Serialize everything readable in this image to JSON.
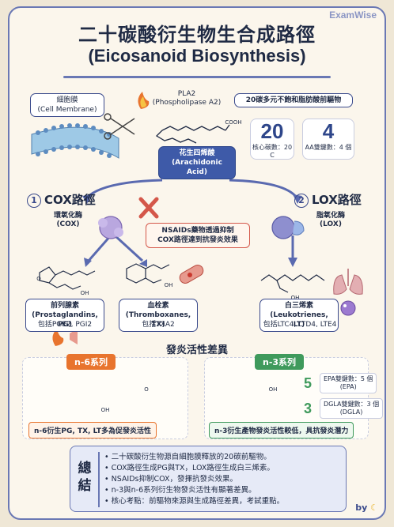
{
  "brand": "ExamWise",
  "title": {
    "zh": "二十碳酸衍生物生合成路徑",
    "en": "(Eicosanoid Biosynthesis)"
  },
  "membrane": {
    "zh": "細胞膜",
    "en": "(Cell Membrane)"
  },
  "pla2": {
    "name": "PLA2",
    "full": "(Phospholipase A2)"
  },
  "precursor_note": "20碳多元不飽和脂肪酸前驅物",
  "stats": [
    {
      "value": "20",
      "caption": "核心碳數：20 C"
    },
    {
      "value": "4",
      "caption": "AA雙鍵數：4 個"
    }
  ],
  "cooh": "COOH",
  "aa": {
    "zh": "花生四烯酸",
    "en": "(Arachidonic Acid)"
  },
  "cox_route": {
    "num": "1",
    "title": "COX路徑",
    "enzyme_zh": "環氧化酶",
    "enzyme_en": "(COX)"
  },
  "lox_route": {
    "num": "2",
    "title": "LOX路徑",
    "enzyme_zh": "脂氧化酶",
    "enzyme_en": "(LOX)"
  },
  "nsaid_note": {
    "line1": "NSAIDs藥物透過抑制",
    "line2": "COX路徑達到抗發炎效果"
  },
  "products": {
    "pg": {
      "zh": "前列腺素",
      "en": "(Prostaglandins, PG)",
      "note": "包括PGE2, PGI2"
    },
    "tx": {
      "zh": "血栓素",
      "en": "(Thromboxanes, TX)",
      "note": "包括TXA2"
    },
    "lt": {
      "zh": "白三烯素",
      "en": "(Leukotrienes, LT)",
      "note": "包括LTC4, LTD4, LTE4"
    }
  },
  "struct_labels": {
    "oh": "OH",
    "o": "O"
  },
  "section_title": "發炎活性差異",
  "n6": {
    "tag": "n-6系列",
    "note": "n-6衍生PG, TX, LT多為促發炎活性"
  },
  "n3": {
    "tag": "n-3系列",
    "note": "n-3衍生產物發炎活性較低，具抗發炎潛力",
    "epa": {
      "num": "5",
      "line1": "EPA雙鍵數：5 個",
      "line2": "(EPA)"
    },
    "dgla": {
      "num": "3",
      "line1": "DGLA雙鍵數：3 個",
      "line2": "(DGLA)"
    }
  },
  "summary": {
    "title": "總結",
    "items": [
      "二十碳酸衍生物源自細胞膜釋放的20碳前驅物。",
      "COX路徑生成PG與TX，LOX路徑生成白三烯素。",
      "NSAIDs抑制COX，發揮抗發炎效果。",
      "n-3與n-6系列衍生物發炎活性有顯著差異。",
      "核心考點：前驅物來源與生成路徑差異，考試重點。"
    ]
  },
  "signature": "by",
  "colors": {
    "navy": "#1f2a44",
    "accent": "#3e5aa8",
    "orange": "#e8742e",
    "green": "#3f9a5c",
    "red": "#d4574a"
  }
}
